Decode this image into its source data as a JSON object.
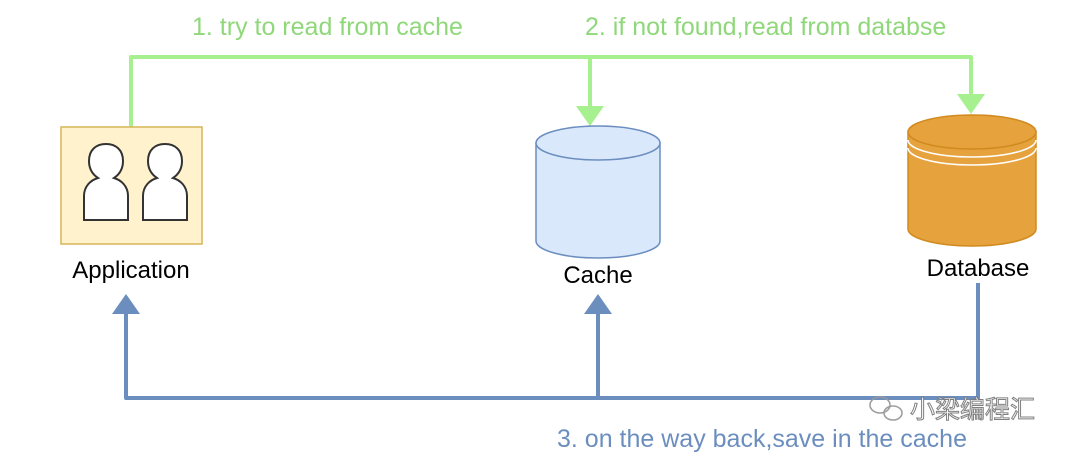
{
  "steps": {
    "step1": "1. try to read from cache",
    "step2": "2. if not found,read from databse",
    "step3": "3. on the way back,save in the cache"
  },
  "nodes": {
    "application": "Application",
    "cache": "Cache",
    "database": "Database"
  },
  "watermark": {
    "text": "小梁编程汇",
    "icon": "wechat-icon"
  },
  "colors": {
    "read_flow": "#a6f08f",
    "read_text": "#8fd87a",
    "write_flow": "#6c8ebf",
    "write_text": "#6c8ebf",
    "app_fill": "#fff2cc",
    "app_stroke": "#d6b656",
    "cache_fill": "#dae8fc",
    "cache_stroke": "#6c8ebf",
    "db_fill": "#e6a23c",
    "db_stroke": "#d08a1f"
  }
}
